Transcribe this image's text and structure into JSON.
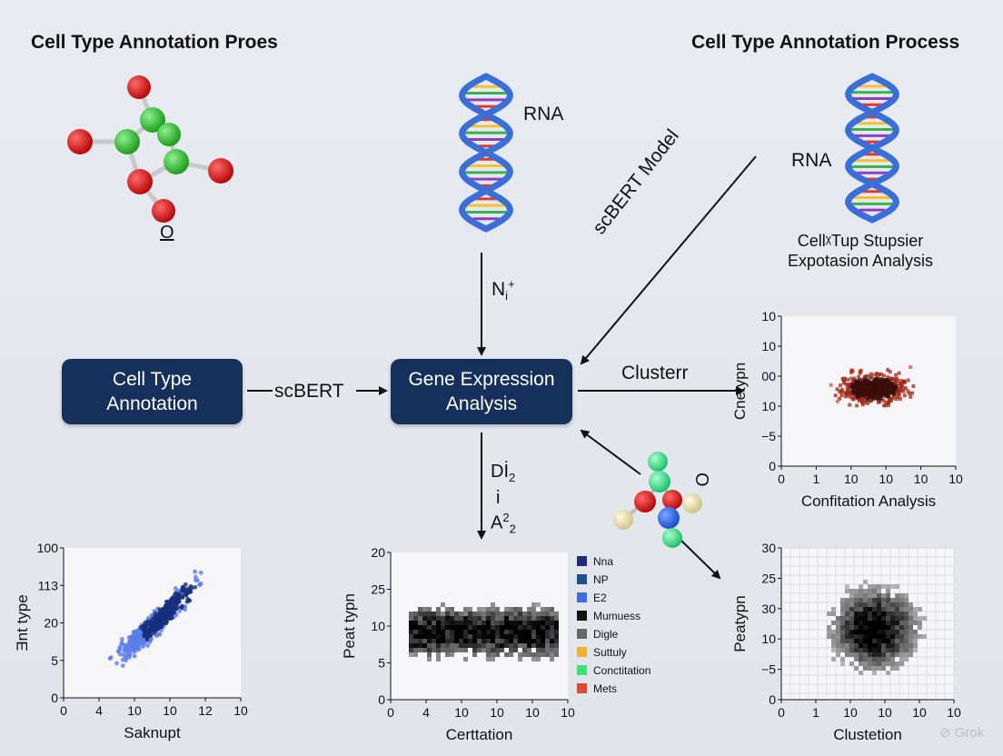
{
  "titles": {
    "left": "Cell Type Annotation Proes",
    "right": "Cell Type Annotation Process"
  },
  "rna_labels": {
    "center": "RNA",
    "right": "RNA"
  },
  "molecule_label_top": "O",
  "molecule_label_mid": "O",
  "right_caption": {
    "line1": "CellᵡTup Stupsier",
    "line2": "Expotasion Analysis"
  },
  "boxes": {
    "cell_type": {
      "line1": "Cell Type",
      "line2": "Annotation"
    },
    "gene_expression": {
      "line1": "Gene Expression",
      "line2": "Analysis"
    }
  },
  "edges": {
    "scbert": "scBERT",
    "scbert_model": "scBERT Model",
    "clusterr": "Clusterr",
    "ni_main": "N",
    "ni_sub": "i",
    "ni_sup": "+",
    "di_line1": "Dİ",
    "di_sub1": "2",
    "di_line2": "i",
    "di_line3": "A",
    "di_sup3": "2",
    "di_sub3": "2"
  },
  "watermark": "Grok",
  "colors": {
    "box_fill": "#15305a",
    "dna_backbone": "#3a6fd8",
    "atom_green": "#2fbf2f",
    "atom_red": "#d81818"
  },
  "chart_data": [
    {
      "id": "top-right",
      "type": "scatter",
      "ylabel": "Cnetypn",
      "xlabel": "Confitation Analysis",
      "y_ticks": [
        "10",
        "10",
        "00",
        "10",
        "−5",
        "0"
      ],
      "x_ticks": [
        "0",
        "1",
        "10",
        "10",
        "10",
        "10"
      ],
      "color": "#d8432a"
    },
    {
      "id": "bottom-left",
      "type": "scatter",
      "ylabel": "Ǝnt type",
      "xlabel": "Saknupt",
      "y_ticks": [
        "100",
        "113",
        "20",
        "5",
        "0"
      ],
      "x_ticks": [
        "0",
        "4",
        "10",
        "10",
        "12",
        "10"
      ],
      "color": "#2b4fc4"
    },
    {
      "id": "bottom-center",
      "type": "heatmap",
      "ylabel": "Peat typn",
      "xlabel": "Certtation",
      "y_ticks": [
        "20",
        "25",
        "10",
        "5",
        "0"
      ],
      "x_ticks": [
        "0",
        "4",
        "10",
        "10",
        "10",
        "10"
      ],
      "legend": [
        {
          "name": "Nna",
          "color": "#1f2a78"
        },
        {
          "name": "NP",
          "color": "#1f4f8a"
        },
        {
          "name": "E2",
          "color": "#3a6fe0"
        },
        {
          "name": "Mumuess",
          "color": "#111111"
        },
        {
          "name": "Digle",
          "color": "#666666"
        },
        {
          "name": "Suttuly",
          "color": "#f0b030"
        },
        {
          "name": "Conctitation",
          "color": "#3ee07a"
        },
        {
          "name": "Mets",
          "color": "#e04a3a"
        }
      ]
    },
    {
      "id": "bottom-right",
      "type": "heatmap",
      "ylabel": "Peatypn",
      "xlabel": "Clustetion",
      "y_ticks": [
        "30",
        "25",
        "30",
        "10",
        "−5",
        "0"
      ],
      "x_ticks": [
        "0",
        "1",
        "10",
        "10",
        "10",
        "10"
      ]
    }
  ]
}
